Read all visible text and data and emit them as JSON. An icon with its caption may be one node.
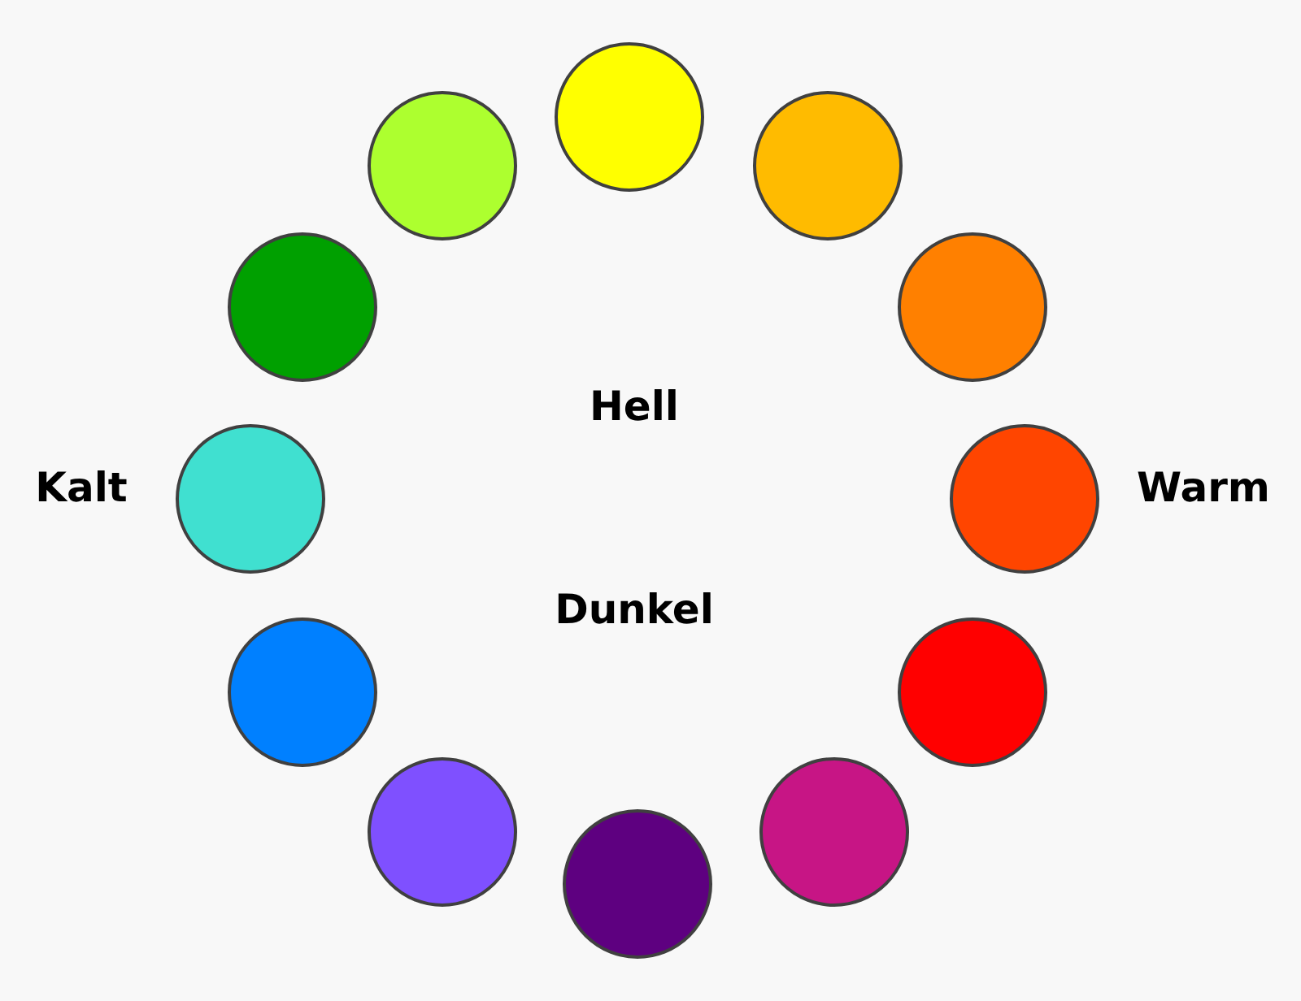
{
  "diagram": {
    "nodes": [
      {
        "text": [],
        "shape": "circle"
      },
      {
        "text": [],
        "shape": "circle"
      },
      {
        "text": [],
        "shape": "circle"
      },
      {
        "text": [],
        "shape": "circle"
      },
      {
        "text": [],
        "shape": "circle"
      },
      {
        "text": [],
        "shape": "circle"
      },
      {
        "text": [],
        "shape": "circle"
      },
      {
        "text": [],
        "shape": "circle"
      },
      {
        "text": [],
        "shape": "circle"
      },
      {
        "text": [],
        "shape": "circle"
      },
      {
        "text": [],
        "shape": "circle"
      },
      {
        "text": [],
        "shape": "circle"
      }
    ],
    "edges": [],
    "labels": [
      "Hell",
      "Kalt",
      "Warm",
      "Dunkel"
    ]
  }
}
